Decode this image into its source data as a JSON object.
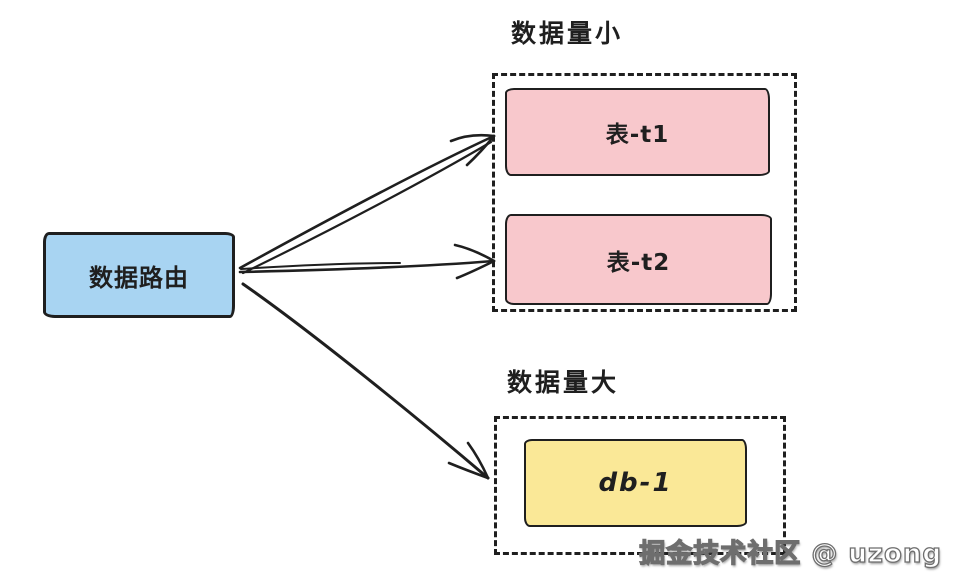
{
  "diagram": {
    "router": {
      "label": "数据路由"
    },
    "group_small": {
      "title": "数据量小",
      "nodes": [
        {
          "label": "表-t1"
        },
        {
          "label": "表-t2"
        }
      ]
    },
    "group_large": {
      "title": "数据量大",
      "nodes": [
        {
          "label": "db-1"
        }
      ]
    },
    "watermark": "掘金技术社区 @ uzong"
  },
  "colors": {
    "router_fill": "#a8d4f2",
    "table_fill": "#f8c8cc",
    "db_fill": "#fae897",
    "stroke": "#1f1f1f",
    "background": "#ffffff",
    "watermark_text": "#ffffff",
    "watermark_outline": "#6e6e6e"
  }
}
